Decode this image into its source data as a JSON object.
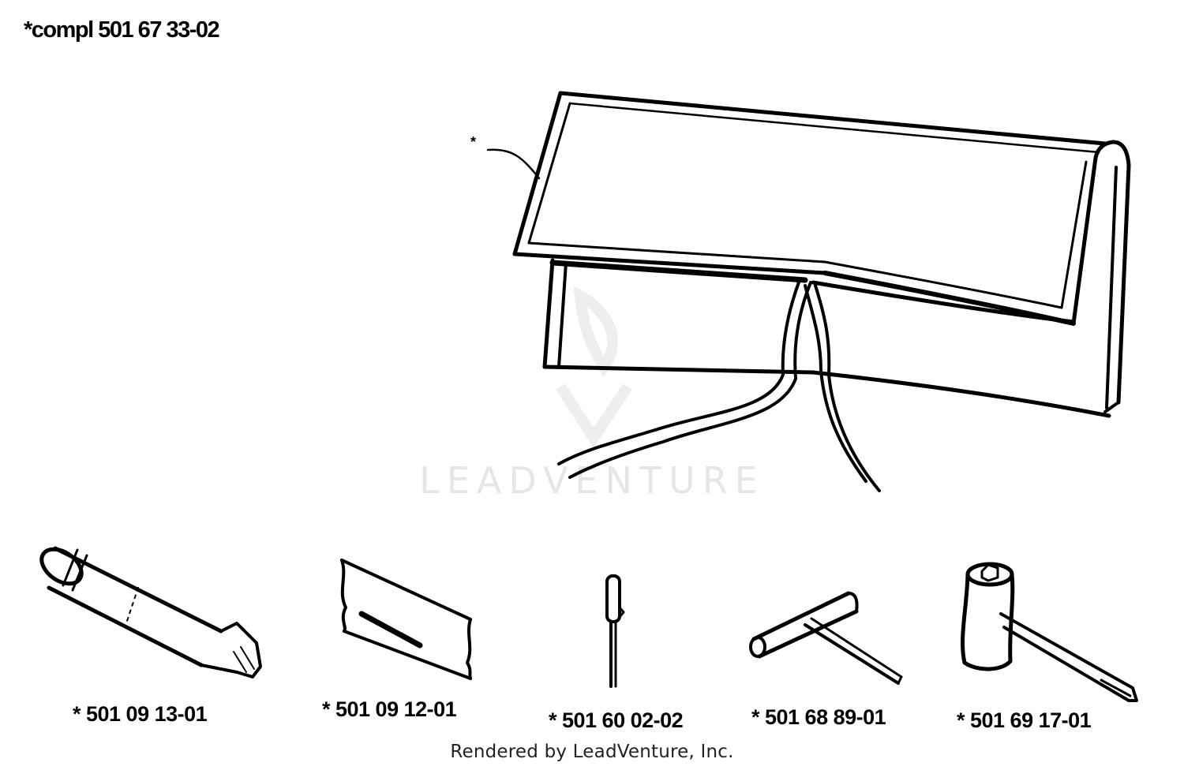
{
  "header": {
    "kit_number": "*compl 501 67 33-02"
  },
  "callouts": {
    "kit_marker": "*"
  },
  "parts": [
    {
      "label": "*  501 09 13-01",
      "icon": "grease-tube-icon"
    },
    {
      "label": "*  501 09 12-01",
      "icon": "manual-booklet-icon"
    },
    {
      "label": "*  501 60 02-02",
      "icon": "screwdriver-icon"
    },
    {
      "label": "*  501 68 89-01",
      "icon": "t-wrench-icon"
    },
    {
      "label": "*  501 69 17-01",
      "icon": "combination-wrench-icon"
    }
  ],
  "watermark": {
    "text": "LEADVENTURE"
  },
  "footer": {
    "credit": "Rendered by LeadVenture, Inc."
  },
  "colors": {
    "ink": "#000000",
    "background": "#ffffff",
    "watermark": "#e6e6e6"
  }
}
